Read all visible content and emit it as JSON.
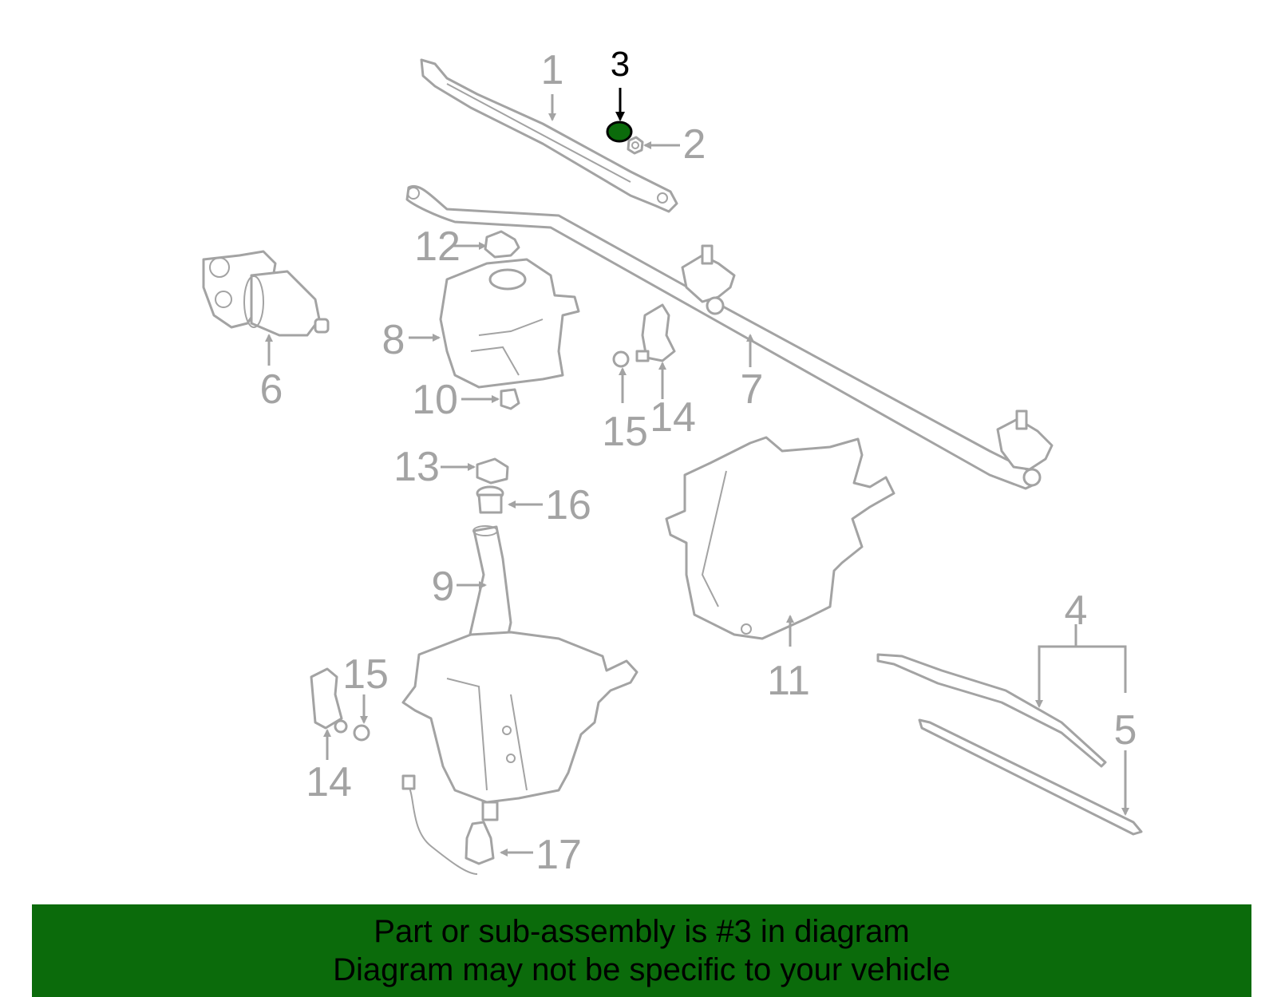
{
  "colors": {
    "highlight_fill": "#0b6b0b",
    "part_stroke": "#a3a3a3",
    "footer_background": "#0b6b0b",
    "highlight_label": "#000000"
  },
  "diagram": {
    "highlighted_part": "3",
    "callouts": {
      "c1": "1",
      "c2": "2",
      "c3": "3",
      "c4": "4",
      "c5": "5",
      "c6": "6",
      "c7": "7",
      "c8": "8",
      "c9": "9",
      "c10": "10",
      "c11": "11",
      "c12": "12",
      "c13": "13",
      "c14a": "14",
      "c14b": "14",
      "c15a": "15",
      "c15b": "15",
      "c16": "16",
      "c17": "17"
    }
  },
  "footer": {
    "line1": "Part or sub-assembly is #3 in diagram",
    "line2": "Diagram may not be specific to your vehicle"
  }
}
